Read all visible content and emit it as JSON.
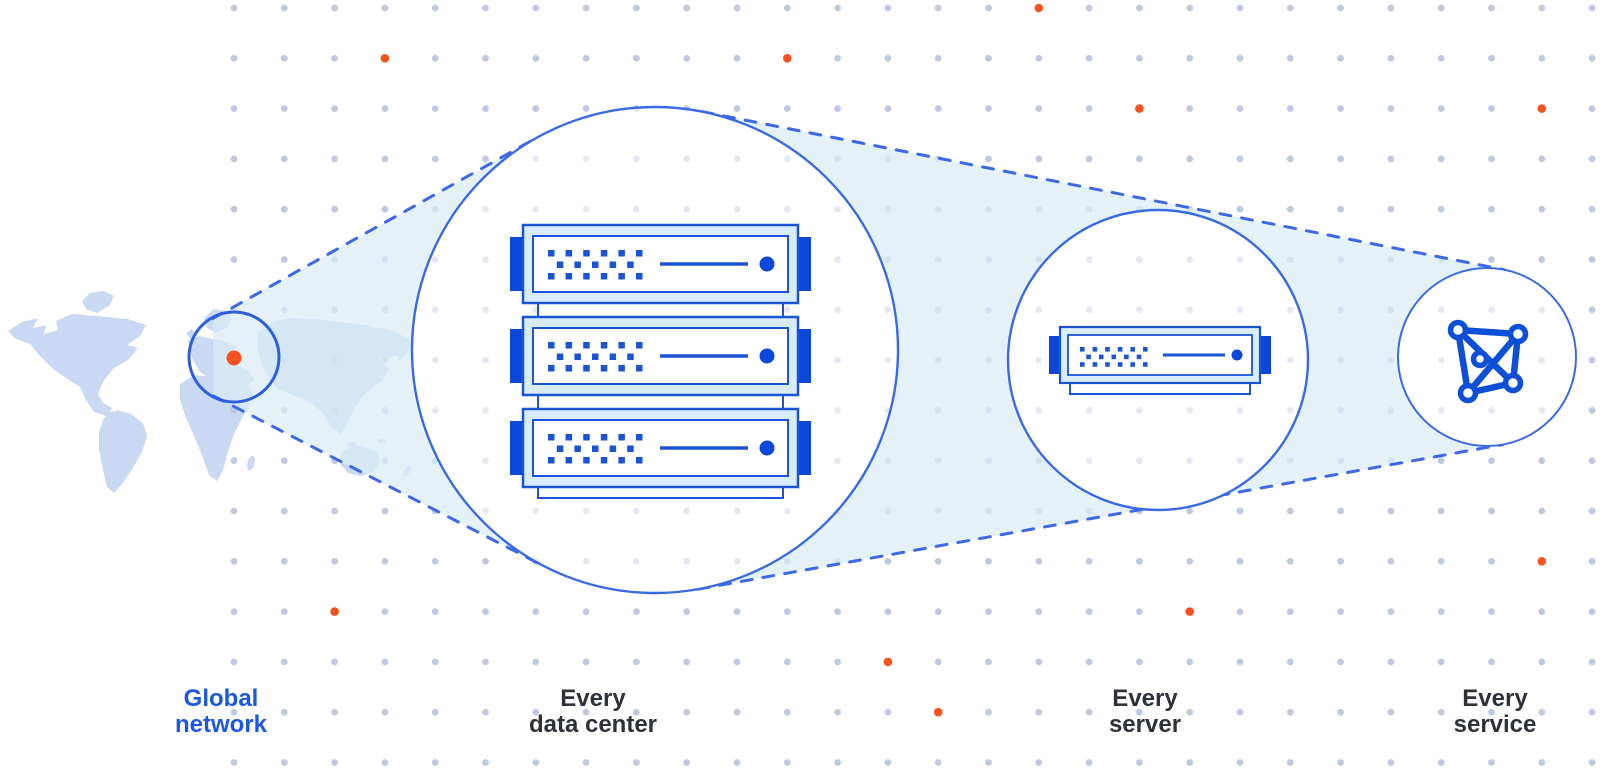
{
  "figure": {
    "title": "Global network zoom diagram",
    "stages": [
      {
        "id": "global-network",
        "lines": [
          "Global",
          "network"
        ],
        "accent": true
      },
      {
        "id": "every-data-center",
        "lines": [
          "Every",
          "data center"
        ],
        "accent": false
      },
      {
        "id": "every-server",
        "lines": [
          "Every",
          "server"
        ],
        "accent": false
      },
      {
        "id": "every-service",
        "lines": [
          "Every",
          "service"
        ],
        "accent": false
      }
    ],
    "counts": {
      "servers_in_data_center": 3,
      "servers_in_server_circle": 1
    },
    "icons": [
      "world-map",
      "globe-focus-ring",
      "server-rack-icon",
      "server-icon",
      "network-mesh-icon"
    ],
    "colors": {
      "grid_dot": "#b7c2dd",
      "accent_orange": "#f6521f",
      "circle_stroke": "#3a69e4",
      "map_ring": "#2e5ee0",
      "dash_blue": "#3e68e6",
      "cone_fill": "#d9edf5",
      "map_fill": "#c9d8f3",
      "server_outline": "#1a53d4",
      "server_fill": "#d8ecf8",
      "deep_blue": "#0b48da",
      "icon_blue": "#0d4fd6",
      "label_dark": "#2e3138",
      "label_accent": "#1c56e4"
    },
    "accent_dots": [
      [
        384.9,
        58.3
      ],
      [
        787.3,
        58.3
      ],
      [
        1038.8,
        8
      ],
      [
        1139.4,
        108.6
      ],
      [
        1541.8,
        108.6
      ],
      [
        334.6,
        611.6
      ],
      [
        887.9,
        661.9
      ],
      [
        938.2,
        712.2
      ],
      [
        1189.7,
        611.6
      ],
      [
        1541.8,
        561.3
      ]
    ],
    "map_marker": [
      234,
      358
    ]
  }
}
